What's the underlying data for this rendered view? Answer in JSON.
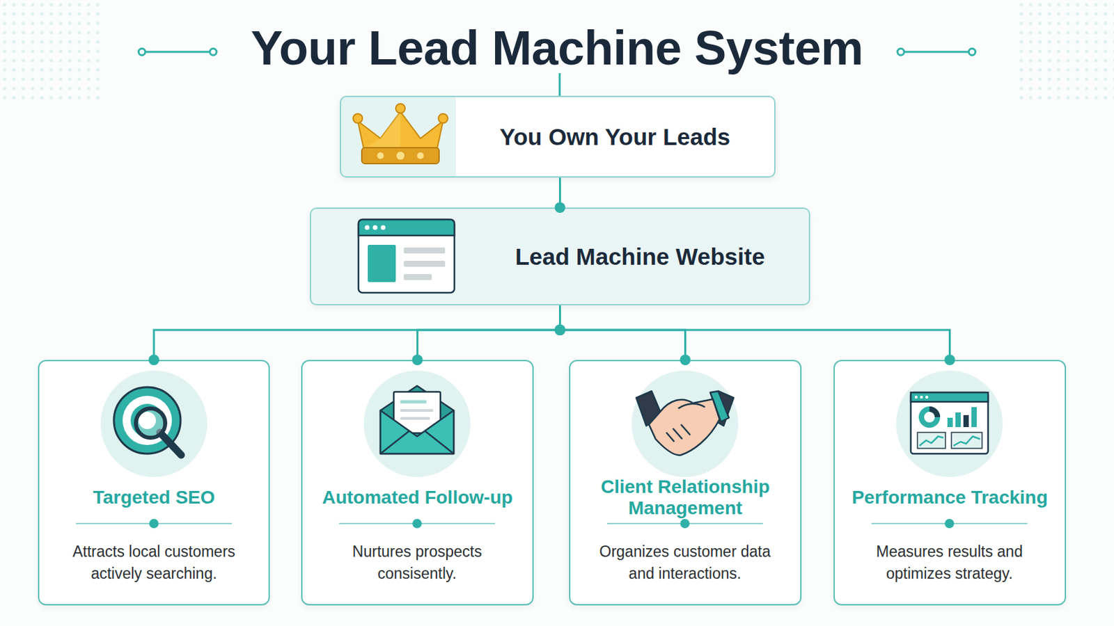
{
  "diagram": {
    "title": "Your Lead Machine System",
    "nodes": [
      {
        "text": [
          "You Own Your Leads"
        ]
      },
      {
        "text": [
          "Lead Machine Website"
        ]
      },
      {
        "text": [
          "Targeted SEO",
          "Attracts local customers actively searching."
        ]
      },
      {
        "text": [
          "Automated Follow-up",
          "Nurtures prospects consisently."
        ]
      },
      {
        "text": [
          "Client Relationship Management",
          "Organizes customer data and interactions."
        ]
      },
      {
        "text": [
          "Performance Tracking",
          "Measures results and optimizes strategy."
        ]
      }
    ],
    "edges": [
      {
        "from": 0,
        "to": 1,
        "arrow": "none"
      },
      {
        "from": 1,
        "to": 2,
        "arrow": "none"
      },
      {
        "from": 1,
        "to": 3,
        "arrow": "none"
      },
      {
        "from": 1,
        "to": 4,
        "arrow": "none"
      },
      {
        "from": 1,
        "to": 5,
        "arrow": "none"
      }
    ]
  }
}
